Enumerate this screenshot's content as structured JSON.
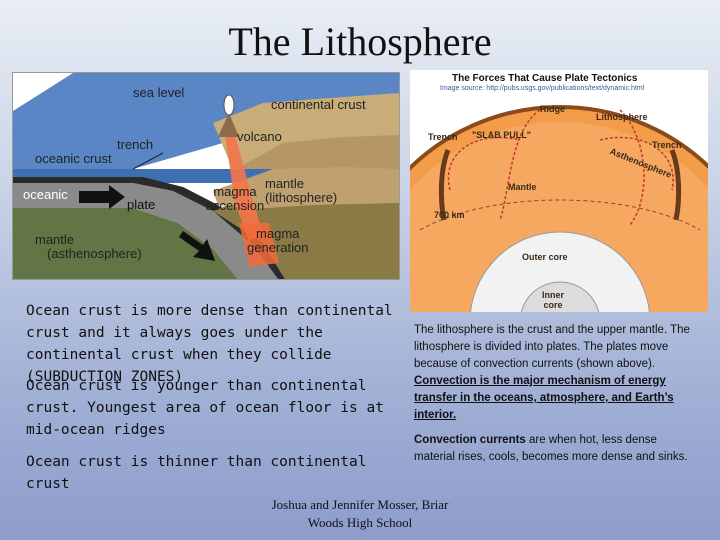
{
  "title": "The Lithosphere",
  "left_diagram": {
    "labels": {
      "sea_level": "sea level",
      "continental_crust": "continental crust",
      "trench": "trench",
      "volcano": "volcano",
      "oceanic_crust": "oceanic crust",
      "oceanic": "oceanic",
      "plate": "plate",
      "magma_ascension": "magma ascension",
      "mantle_lithosphere_1": "mantle",
      "mantle_lithosphere_2": "(lithosphere)",
      "mantle_asthenosphere_1": "mantle",
      "mantle_asthenosphere_2": "(asthenosphere)",
      "magma_generation_1": "magma",
      "magma_generation_2": "generation"
    }
  },
  "right_diagram": {
    "title": "The Forces That Cause Plate Tectonics",
    "source": "Image source: http://pubs.usgs.gov/publications/text/dynamic.html",
    "labels": {
      "ridge": "Ridge",
      "lithosphere": "Lithosphere",
      "trench_left": "Trench",
      "slab_pull": "\"SLAB PULL\"",
      "trench_right": "Trench",
      "asthenosphere": "Asthenosphere",
      "mantle": "Mantle",
      "depth": "700 km",
      "outer_core": "Outer core",
      "inner_core_1": "Inner",
      "inner_core_2": "core"
    }
  },
  "left_text": {
    "p1": "Ocean crust is more dense than continental crust and it always goes under the continental crust when they collide (SUBDUCTION ZONES)",
    "p2": "Ocean crust is younger than continental crust. Youngest area of ocean floor is at mid-ocean ridges",
    "p3": "Ocean crust is thinner than continental crust"
  },
  "right_text": {
    "p1_plain": "The lithosphere is the crust and the upper mantle.  The lithosphere is divided into plates.  The plates move because of convection currents (shown above). ",
    "p1_emph": "Convection is the major mechanism of energy transfer in the oceans, atmosphere, and Earth’s interior.",
    "p2_bold": "Convection currents",
    "p2_plain": " are when hot, less dense material rises, cools, becomes more dense and sinks."
  },
  "footer": {
    "line1": "Joshua and Jennifer Mosser, Briar",
    "line2": "Woods High School"
  },
  "colors": {
    "ocean": "#4f7fc2",
    "land": "#c9ad78",
    "mantle": "#5c6f3a",
    "plate": "#7f7f7f",
    "magma": "#f26a3a",
    "core_outer": "#f5f5f5",
    "mantle_ring": "#f28a3a"
  }
}
